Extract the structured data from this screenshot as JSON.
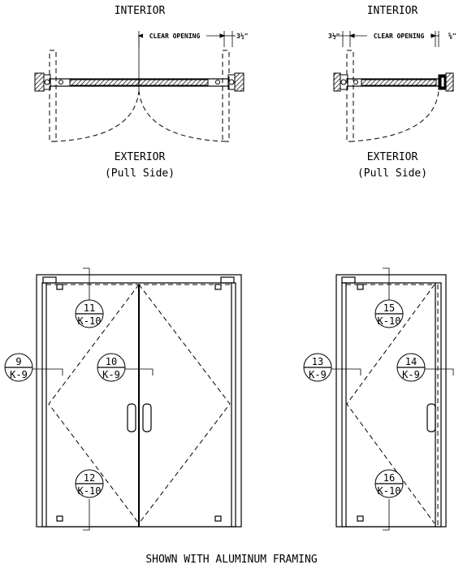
{
  "plan_left": {
    "top_label": "INTERIOR",
    "bottom_label": "EXTERIOR",
    "bottom_sub": "(Pull Side)",
    "dim_clear": "CLEAR OPENING",
    "dim_right": "3½\""
  },
  "plan_right": {
    "top_label": "INTERIOR",
    "bottom_label": "EXTERIOR",
    "bottom_sub": "(Pull Side)",
    "dim_left": "3½\"",
    "dim_clear": "CLEAR OPENING",
    "dim_right": "⅝\""
  },
  "bubbles_left": [
    {
      "num": "11",
      "sheet": "K-10"
    },
    {
      "num": "9",
      "sheet": "K-9"
    },
    {
      "num": "10",
      "sheet": "K-9"
    },
    {
      "num": "12",
      "sheet": "K-10"
    }
  ],
  "bubbles_right": [
    {
      "num": "15",
      "sheet": "K-10"
    },
    {
      "num": "13",
      "sheet": "K-9"
    },
    {
      "num": "14",
      "sheet": "K-9"
    },
    {
      "num": "16",
      "sheet": "K-10"
    }
  ],
  "caption": "SHOWN WITH ALUMINUM FRAMING"
}
